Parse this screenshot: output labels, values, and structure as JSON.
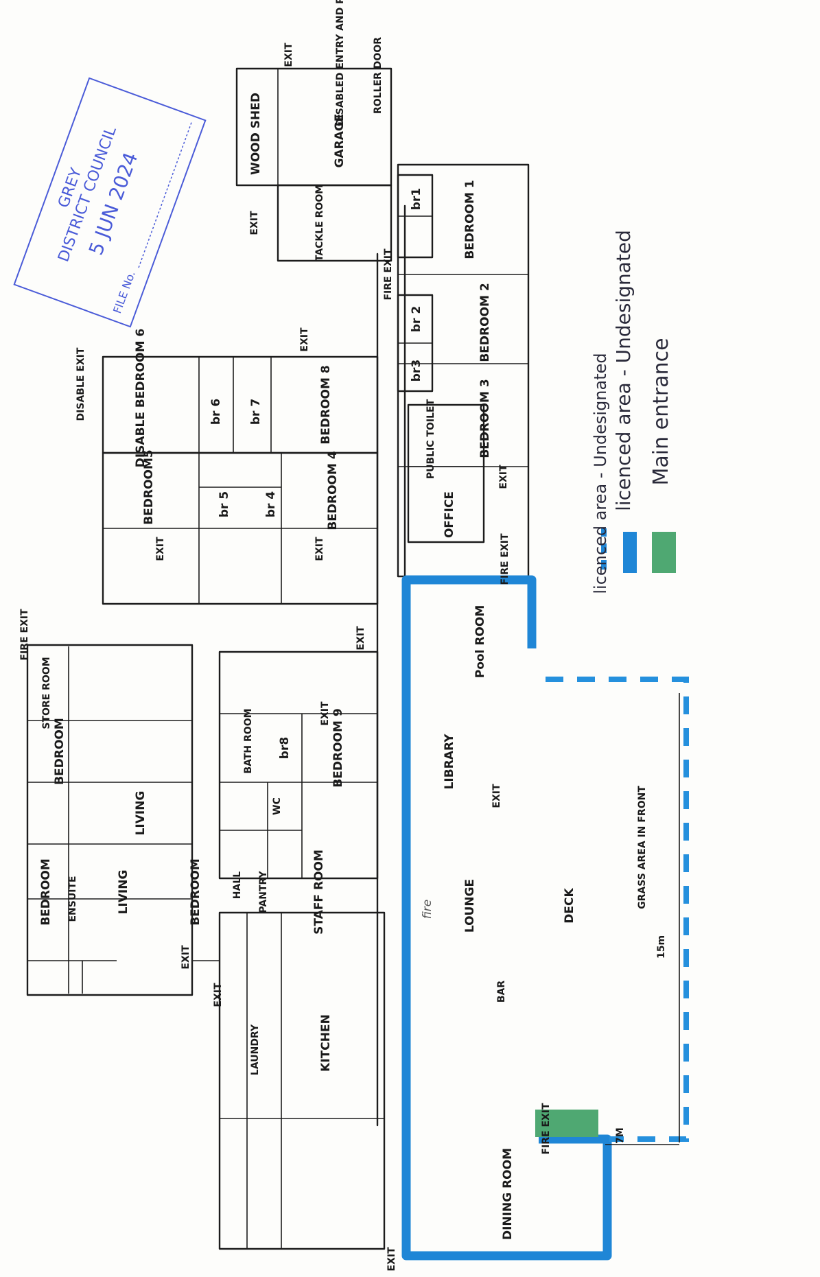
{
  "stamp": {
    "org_line1": "GREY",
    "org_line2": "DISTRICT COUNCIL",
    "date": "5 JUN 2024",
    "file_label": "FILE No.",
    "color": "#4a5bd8"
  },
  "rooms": {
    "store_room": "STORE ROOM",
    "bedroom_top": "BEDROOM",
    "living_top": "LIVING",
    "bedroom_left": "BEDROOM",
    "ensuite": "ENSUITE",
    "living_left": "LIVING",
    "bedroom_mid": "BEDROOM",
    "hall": "HALL",
    "pantry": "PANTRY",
    "staff_room": "STAFF ROOM",
    "laundry": "LAUNDRY",
    "kitchen": "KITCHEN",
    "bathroom": "BATH ROOM",
    "wc": "WC",
    "br8": "br8",
    "bedroom9": "BEDROOM 9",
    "bedroom5": "BEDROOM5",
    "br5": "br 5",
    "br4": "br 4",
    "bedroom4": "BEDROOM 4",
    "disable_bedroom": "DISABLE BEDROOM 6",
    "br6": "br 6",
    "br7": "br 7",
    "bedroom8": "BEDROOM 8",
    "wood_shed": "WOOD SHED",
    "garage": "GARAGE",
    "tackle_room": "TACKLE ROOM",
    "br1": "br1",
    "bedroom1": "BEDROOM 1",
    "br2": "br 2",
    "br3": "br3",
    "bedroom2": "BEDROOM 2",
    "bedroom3": "BEDROOM 3",
    "public_toilet": "PUBLIC TOILET",
    "office": "OFFICE",
    "pool_room": "Pool ROOM",
    "library": "LIBRARY",
    "lounge": "LOUNGE",
    "fire": "fire",
    "bar": "BAR",
    "dining_room": "DINING ROOM",
    "deck": "DECK"
  },
  "labels": {
    "fire_exit_top": "FIRE EXIT",
    "exit": "EXIT",
    "disable_exit": "DISABLE EXIT",
    "roller_door": "ROLLER DOOR",
    "disabled_entry": "DISABLED ENTRY AND PARKING",
    "fire_exit": "FIRE EXIT",
    "fire_exit_deck": "FIRE EXIT",
    "grass_area": "GRASS AREA IN FRONT",
    "dim_15m": "15m",
    "dim_7m": "7M"
  },
  "legend": {
    "dashed": "licenced area - Undesignated",
    "solid": "licenced area - Undesignated",
    "green": "Main entrance",
    "colors": {
      "licenced": "#1f86d6",
      "main_entrance": "#4fa872"
    }
  }
}
